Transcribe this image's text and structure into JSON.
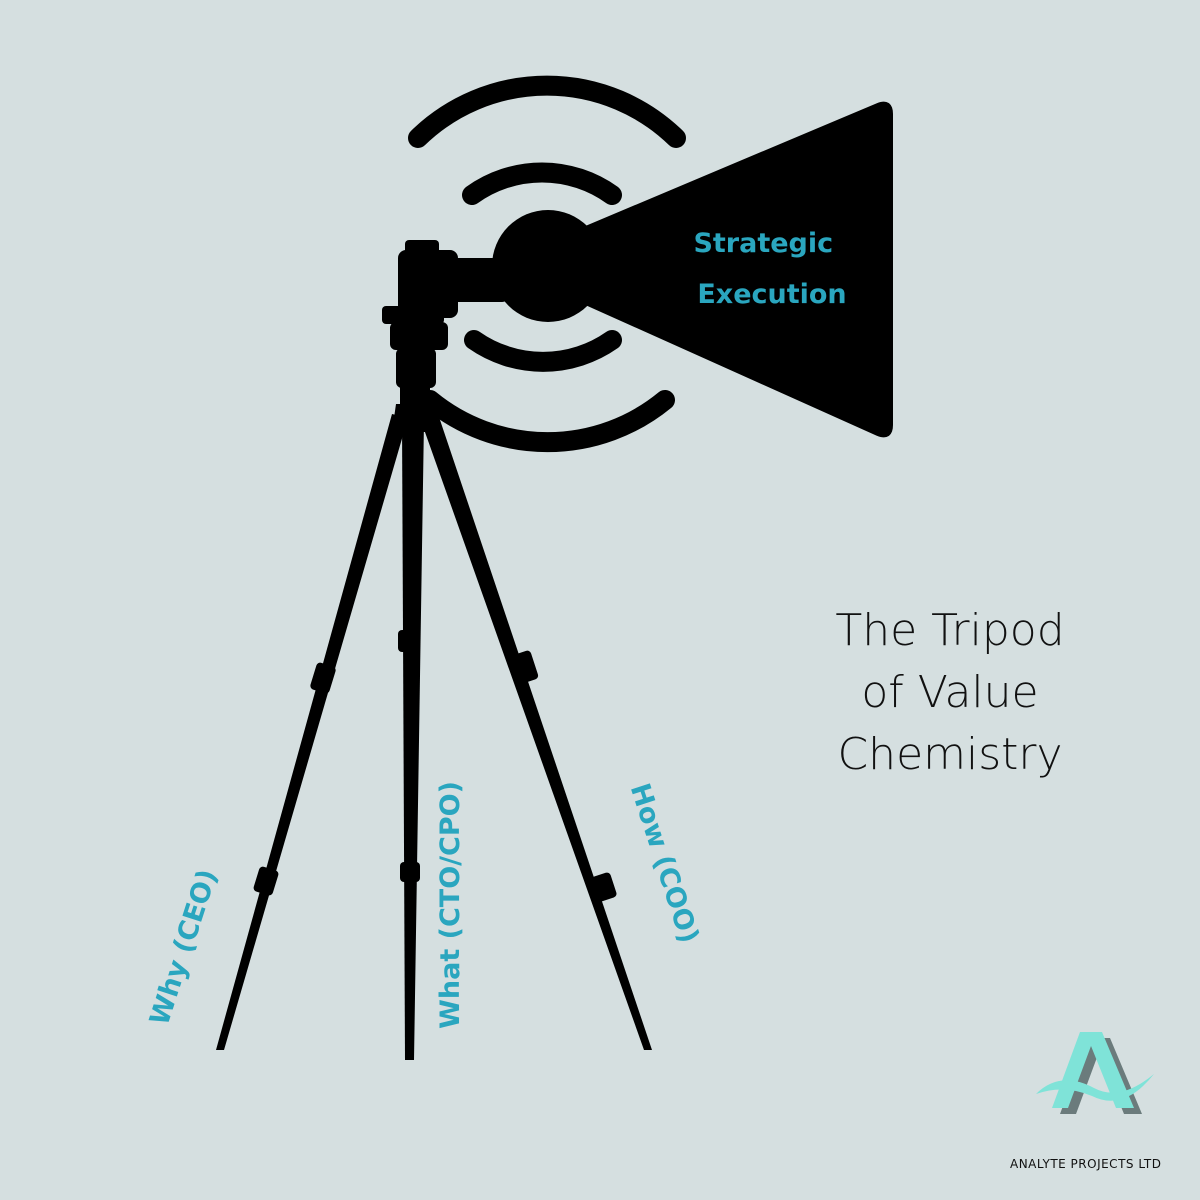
{
  "diagram": {
    "projector_text": [
      "Strategic",
      "Execution"
    ],
    "legs": {
      "left": "Why (CEO)",
      "middle": "What (CTO/CPO)",
      "right": "How (COO)"
    },
    "title": [
      "The Tripod",
      "of Value",
      "Chemistry"
    ],
    "company": "ANALYTE PROJECTS LTD",
    "colors": {
      "background": "#d5dfe0",
      "silhouette": "#000000",
      "accent": "#2aa6bf",
      "logo_teal": "#7fe3d8"
    }
  }
}
